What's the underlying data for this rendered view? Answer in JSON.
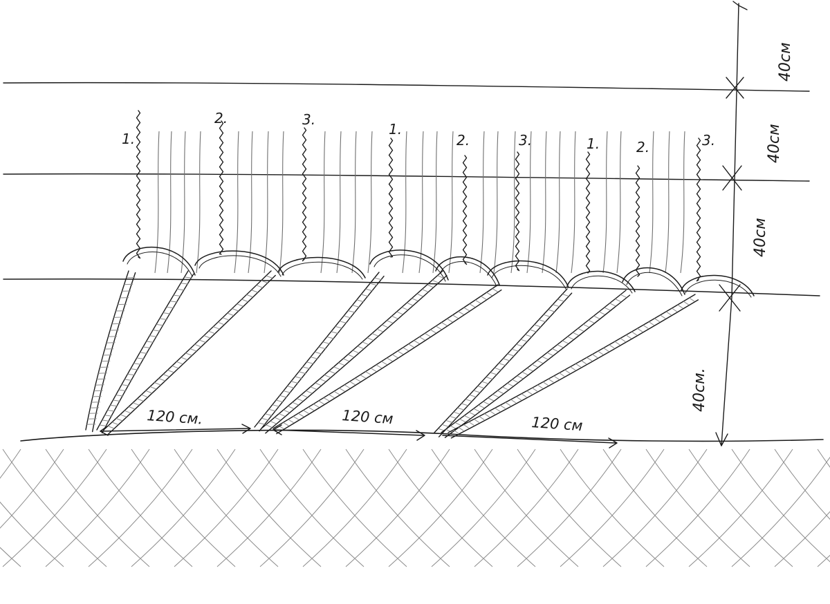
{
  "row_labels": [
    "1.",
    "2.",
    "3.",
    "1.",
    "2.",
    "3.",
    "1.",
    "2.",
    "3."
  ],
  "spacing_labels": [
    "120 см.",
    "120 см",
    "120 см"
  ],
  "height_labels": [
    "40см",
    "40см",
    "40см",
    "40см."
  ],
  "colors": {
    "ink": "#1a1a1a",
    "pencil": "#6f6f6f",
    "hatch": "#8a8a8a"
  }
}
